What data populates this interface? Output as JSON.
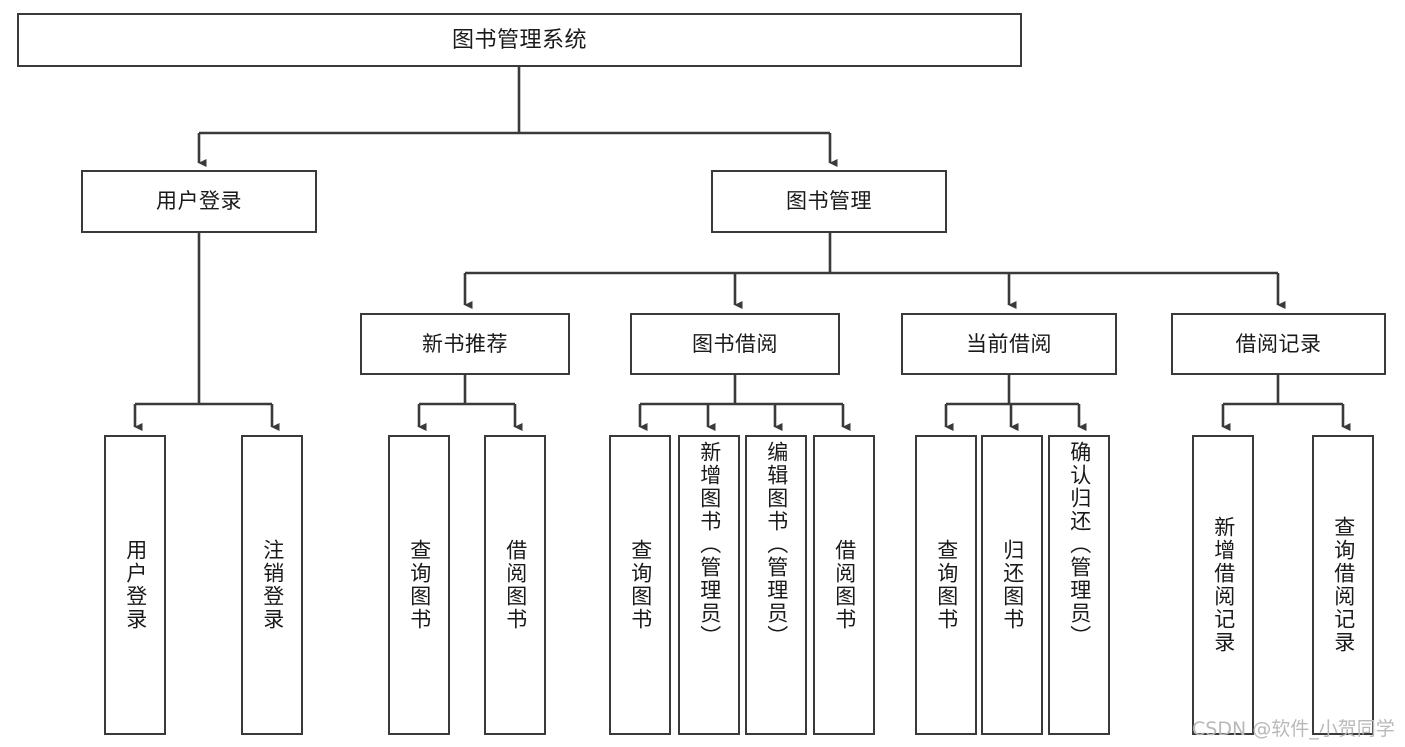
{
  "diagram": {
    "title": "图书管理系统",
    "type": "tree",
    "background_color": "#ffffff",
    "box_border_color": "#3a3a3a",
    "box_fill_color": "#ffffff",
    "text_color": "#1a1a1a",
    "watermark": "CSDN @软件_小贺同学",
    "watermark_color": "#b9b9b9"
  },
  "nodes": {
    "root": {
      "label": "图书管理系统",
      "level": 1
    },
    "level2": [
      {
        "id": "user-login",
        "label": "用户登录"
      },
      {
        "id": "book-manage",
        "label": "图书管理"
      }
    ],
    "level3": [
      {
        "id": "new-book-rec",
        "label": "新书推荐",
        "parent": "book-manage"
      },
      {
        "id": "book-borrow",
        "label": "图书借阅",
        "parent": "book-manage"
      },
      {
        "id": "current-borrow",
        "label": "当前借阅",
        "parent": "book-manage"
      },
      {
        "id": "borrow-record",
        "label": "借阅记录",
        "parent": "book-manage"
      }
    ],
    "leaves": [
      {
        "id": "leaf-user-login",
        "label": "用户登录",
        "parent": "user-login"
      },
      {
        "id": "leaf-user-logout",
        "label": "注销登录",
        "parent": "user-login"
      },
      {
        "id": "leaf-query-book-1",
        "label": "查询图书",
        "parent": "new-book-rec"
      },
      {
        "id": "leaf-borrow-book-1",
        "label": "借阅图书",
        "parent": "new-book-rec"
      },
      {
        "id": "leaf-query-book-2",
        "label": "查询图书",
        "parent": "book-borrow"
      },
      {
        "id": "leaf-add-book",
        "label": "新增图书（管理员）",
        "parent": "book-borrow"
      },
      {
        "id": "leaf-edit-book",
        "label": "编辑图书（管理员）",
        "parent": "book-borrow"
      },
      {
        "id": "leaf-borrow-book-2",
        "label": "借阅图书",
        "parent": "book-borrow"
      },
      {
        "id": "leaf-query-book-3",
        "label": "查询图书",
        "parent": "current-borrow"
      },
      {
        "id": "leaf-return-book",
        "label": "归还图书",
        "parent": "current-borrow"
      },
      {
        "id": "leaf-confirm-return",
        "label": "确认归还（管理员）",
        "parent": "current-borrow"
      },
      {
        "id": "leaf-add-record",
        "label": "新增借阅记录",
        "parent": "borrow-record"
      },
      {
        "id": "leaf-query-record",
        "label": "查询借阅记录",
        "parent": "borrow-record"
      }
    ]
  }
}
